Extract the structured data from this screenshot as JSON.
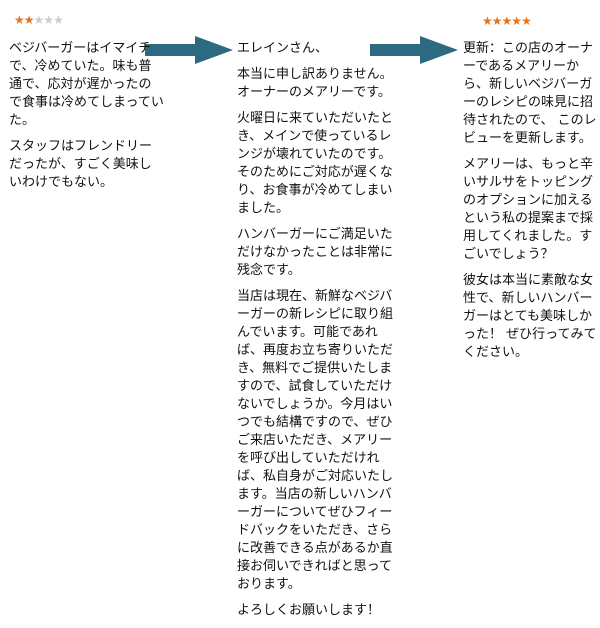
{
  "review": {
    "rating": 2,
    "max_rating": 5,
    "paragraphs": [
      "ベジバーガーはイマイチで、冷めていた。味も普通で、応対が遅かったので食事は冷めてしまっていた。",
      "スタッフはフレンドリーだったが、すごく美味しいわけでもない。"
    ]
  },
  "reply": {
    "paragraphs": [
      "エレインさん、",
      "本当に申し訳ありません。オーナーのメアリーです。",
      "火曜日に来ていただいたとき、メインで使っているレンジが壊れていたのです。そのためにご対応が遅くなり、お食事が冷めてしまいました。",
      "ハンバーガーにご満足いただけなかったことは非常に残念です。",
      "当店は現在、新鮮なベジバーガーの新レシピに取り組んでいます。可能であれば、再度お立ち寄りいただき、無料でご提供いたしますので、試食していただけないでしょうか。今月はいつでも結構ですので、ぜひご来店いただき、メアリーを呼び出していただければ、私自身がご対応いたします。当店の新しいハンバーガーについてぜひフィードバックをいただき、さらに改善できる点があるか直接お伺いできればと思っております。",
      "よろしくお願いします！"
    ]
  },
  "updated_review": {
    "rating": 5,
    "max_rating": 5,
    "paragraphs": [
      "更新：この店のオーナーであるメアリーから、新しいベジバーガーのレシピの味見に招待されたので、 このレビューを更新します。",
      "メアリーは、もっと辛いサルサをトッピングのオプションに加えるという私の提案まで採用してくれました。すごいでしょう？",
      "彼女は本当に素敵な女性で、新しいハンバーガーはとても美味しかった！ ぜひ行ってみてください。"
    ]
  },
  "colors": {
    "star_on": "#e8731a",
    "star_off": "#cccccc",
    "arrow": "#2b6a80"
  }
}
